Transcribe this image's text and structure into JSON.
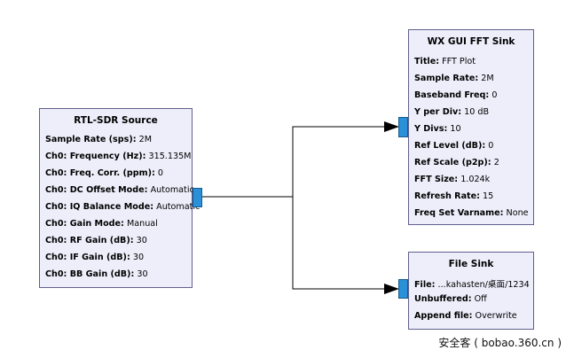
{
  "blocks": {
    "rtl": {
      "title": "RTL-SDR Source",
      "params": [
        {
          "k": "Sample Rate (sps):",
          "v": "2M"
        },
        {
          "k": "Ch0: Frequency (Hz):",
          "v": "315.135M"
        },
        {
          "k": "Ch0: Freq. Corr. (ppm):",
          "v": "0"
        },
        {
          "k": "Ch0: DC Offset Mode:",
          "v": "Automatic"
        },
        {
          "k": "Ch0: IQ Balance Mode:",
          "v": "Automatic"
        },
        {
          "k": "Ch0: Gain Mode:",
          "v": "Manual"
        },
        {
          "k": "Ch0: RF Gain (dB):",
          "v": "30"
        },
        {
          "k": "Ch0: IF Gain (dB):",
          "v": "30"
        },
        {
          "k": "Ch0: BB Gain (dB):",
          "v": "30"
        }
      ]
    },
    "fft": {
      "title": "WX GUI FFT Sink",
      "params": [
        {
          "k": "Title:",
          "v": "FFT Plot"
        },
        {
          "k": "Sample Rate:",
          "v": "2M"
        },
        {
          "k": "Baseband Freq:",
          "v": "0"
        },
        {
          "k": "Y per Div:",
          "v": "10 dB"
        },
        {
          "k": "Y Divs:",
          "v": "10"
        },
        {
          "k": "Ref Level (dB):",
          "v": "0"
        },
        {
          "k": "Ref Scale (p2p):",
          "v": "2"
        },
        {
          "k": "FFT Size:",
          "v": "1.024k"
        },
        {
          "k": "Refresh Rate:",
          "v": "15"
        },
        {
          "k": "Freq Set Varname:",
          "v": "None"
        }
      ]
    },
    "file": {
      "title": "File Sink",
      "params": [
        {
          "k": "File:",
          "v": "...kahasten/桌面/1234"
        },
        {
          "k": "Unbuffered:",
          "v": "Off"
        },
        {
          "k": "Append file:",
          "v": "Overwrite"
        }
      ]
    }
  },
  "colors": {
    "block_fill": "#eeeefb",
    "block_border": "#5f5f8f",
    "port": "#2a91d8",
    "connection": "#000000"
  },
  "watermark": "安全客 ( bobao.360.cn )"
}
